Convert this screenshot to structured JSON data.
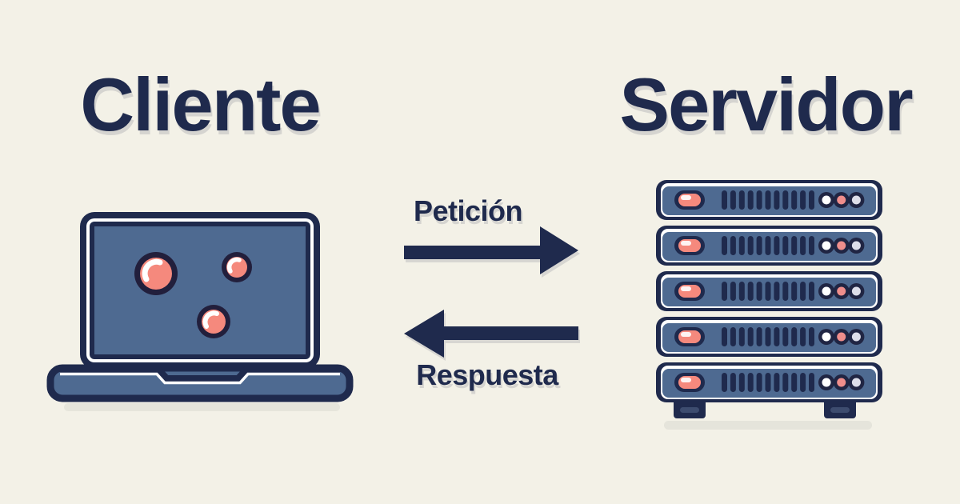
{
  "titles": {
    "client": "Cliente",
    "server": "Servidor"
  },
  "flows": {
    "request": {
      "label": "Petición",
      "direction": "left-to-right"
    },
    "response": {
      "label": "Respuesta",
      "direction": "right-to-left"
    }
  },
  "illustrations": {
    "client": "laptop-icon",
    "server": "server-rack-icon",
    "laptop_screen_dots": 3,
    "server_units": 5,
    "server_vents_per_unit": 11,
    "server_lights_per_unit": 3,
    "server_light_colors": [
      "#FFFFFF",
      "#EF8E8C",
      "#DDDEE9"
    ]
  },
  "colors": {
    "background": "#F3F1E7",
    "ink_navy": "#1F2A4D",
    "panel_blue": "#4E6A91",
    "accent_salmon": "#F5897D",
    "dot_ring": "#221F3C",
    "soft_shadow": "#E2E2D8"
  }
}
